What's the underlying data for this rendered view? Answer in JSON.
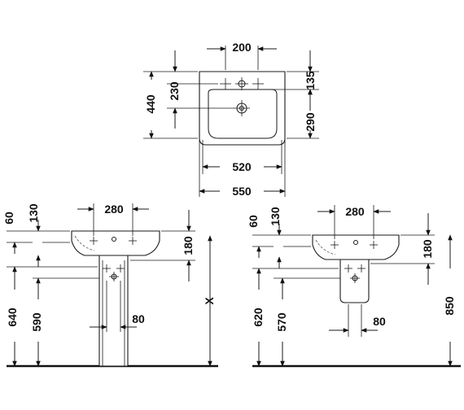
{
  "top_view": {
    "dims": {
      "tap_spacing": "200",
      "depth_to_tap": "230",
      "overall_depth": "440",
      "back_to_bowl": "135",
      "bowl_depth": "290",
      "inner_width": "520",
      "overall_width": "550"
    }
  },
  "pedestal_view": {
    "dims": {
      "tap_offset": "280",
      "rim_top": "60",
      "rim_to_overflow": "130",
      "waste_drop": "180",
      "rim_height": "640",
      "waste_height": "590",
      "waste_offset": "80",
      "variable_height": "X"
    }
  },
  "wall_view": {
    "dims": {
      "tap_offset": "280",
      "rim_top": "60",
      "rim_to_overflow": "130",
      "waste_drop": "180",
      "rim_height": "620",
      "waste_height": "570",
      "waste_offset": "80",
      "overall_height": "850"
    }
  }
}
